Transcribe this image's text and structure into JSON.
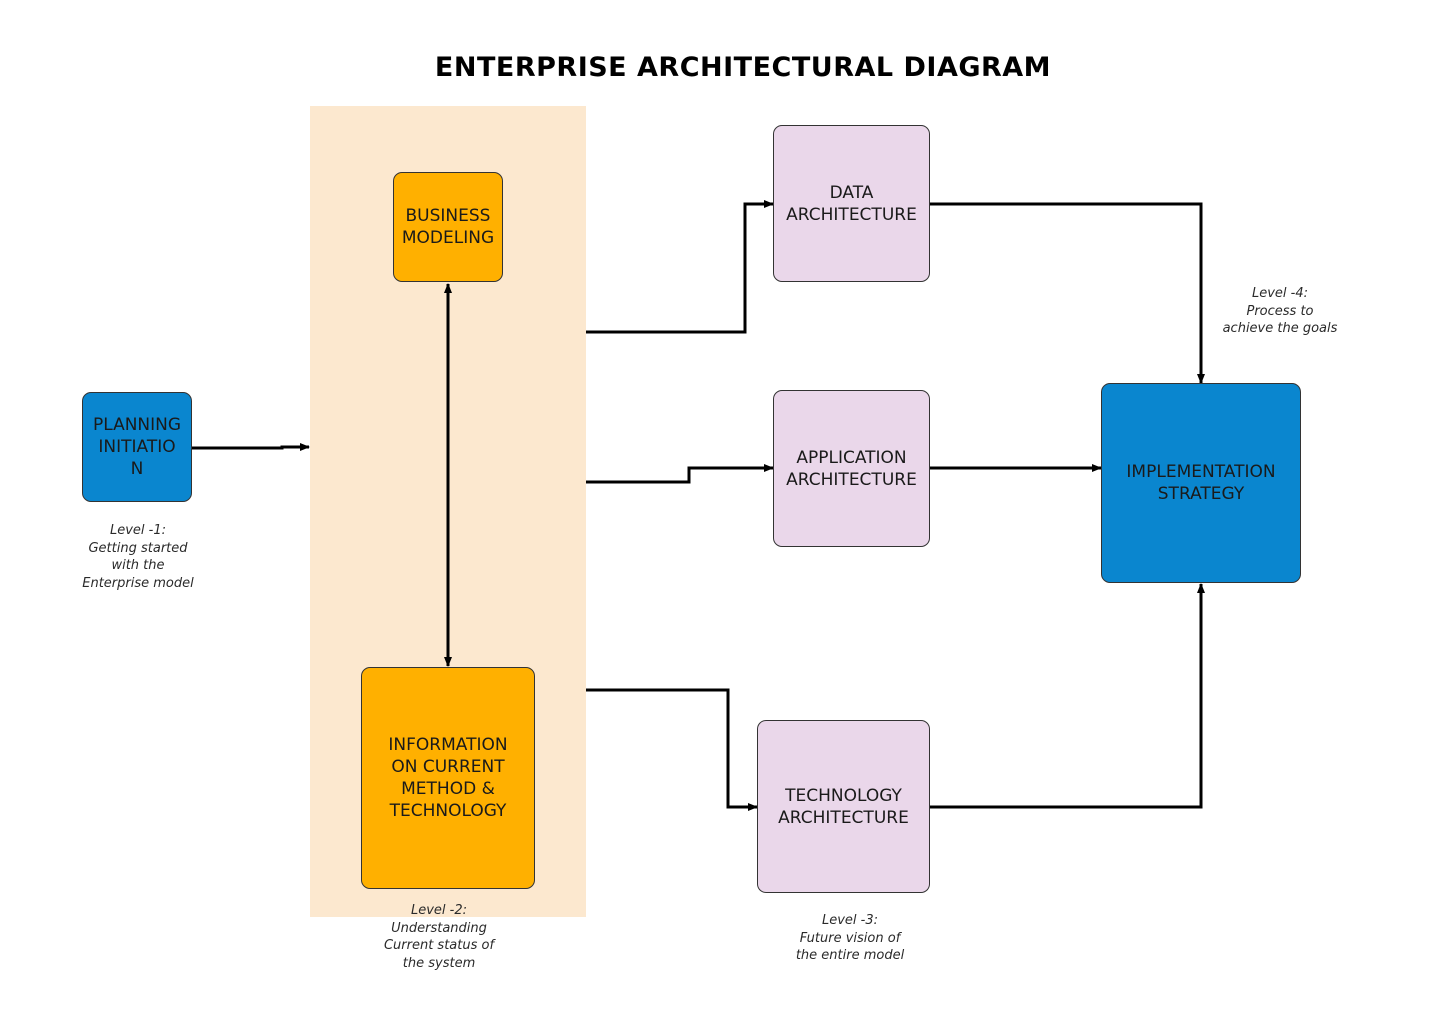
{
  "title": "ENTERPRISE ARCHITECTURAL DIAGRAM",
  "nodes": {
    "planning": [
      "PLANNING",
      "INITIATIO",
      "N"
    ],
    "business": [
      "BUSINESS",
      "MODELING"
    ],
    "information": [
      "INFORMATION",
      "ON CURRENT",
      "METHOD &",
      "TECHNOLOGY"
    ],
    "data": [
      "DATA",
      "ARCHITECTURE"
    ],
    "application": [
      "APPLICATION",
      "ARCHITECTURE"
    ],
    "technology": [
      "TECHNOLOGY",
      "ARCHITECTURE"
    ],
    "implementation": [
      "IMPLEMENTATION",
      "STRATEGY"
    ]
  },
  "notes": {
    "level1": [
      "Level -1:",
      "Getting started",
      "with the",
      "Enterprise model"
    ],
    "level2": [
      "Level -2:",
      "Understanding",
      "Current status of",
      "the system"
    ],
    "level3": [
      "Level -3:",
      "Future vision of",
      "the entire model"
    ],
    "level4": [
      "Level -4:",
      "Process to",
      "achieve the goals"
    ]
  },
  "colors": {
    "blue": "#0a86cf",
    "orange": "#ffb000",
    "purple": "#ead7ea",
    "panel": "#fce8cf"
  }
}
